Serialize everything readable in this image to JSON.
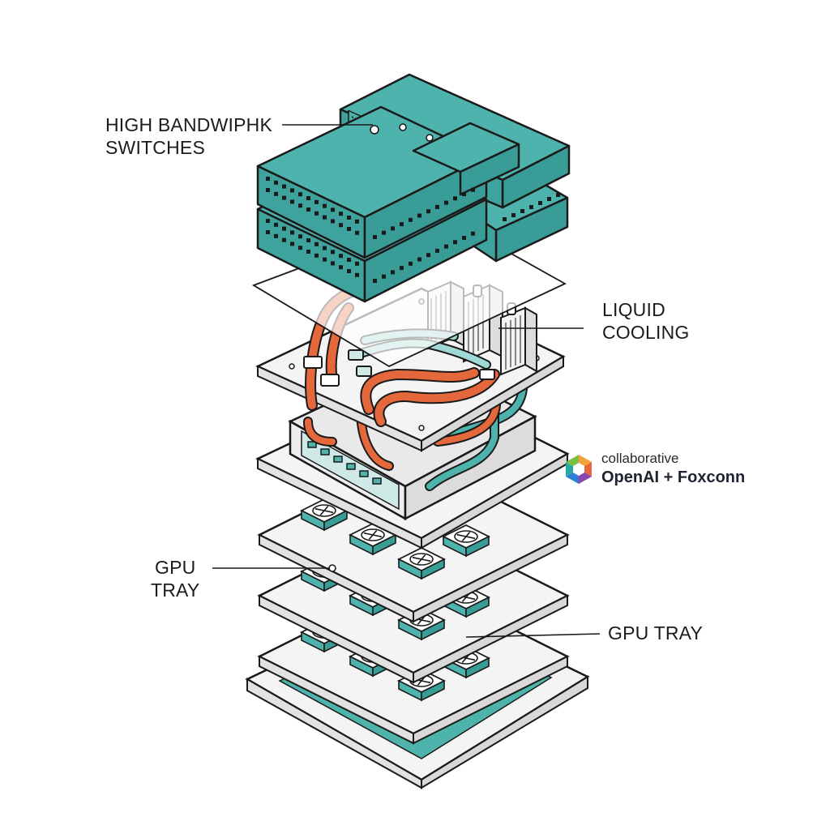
{
  "labels": {
    "switches": [
      "HIGH BANDWIPHK",
      "SWITCHES"
    ],
    "cooling": [
      "LIQUID",
      "COOLING"
    ],
    "gpu_tray_left": [
      "GPU",
      "TRAY"
    ],
    "gpu_tray_right": "GPU TRAY"
  },
  "brand": {
    "kicker": "collaborative",
    "name": "OpenAI + Foxconn",
    "logo_icon": "hexagon-logo-icon"
  },
  "colors": {
    "teal": "#4fb3ad",
    "teal_dark": "#2f8f8a",
    "pipe_orange": "#e4683c",
    "line": "#1a1a1a",
    "plate": "#f4f4f4"
  }
}
